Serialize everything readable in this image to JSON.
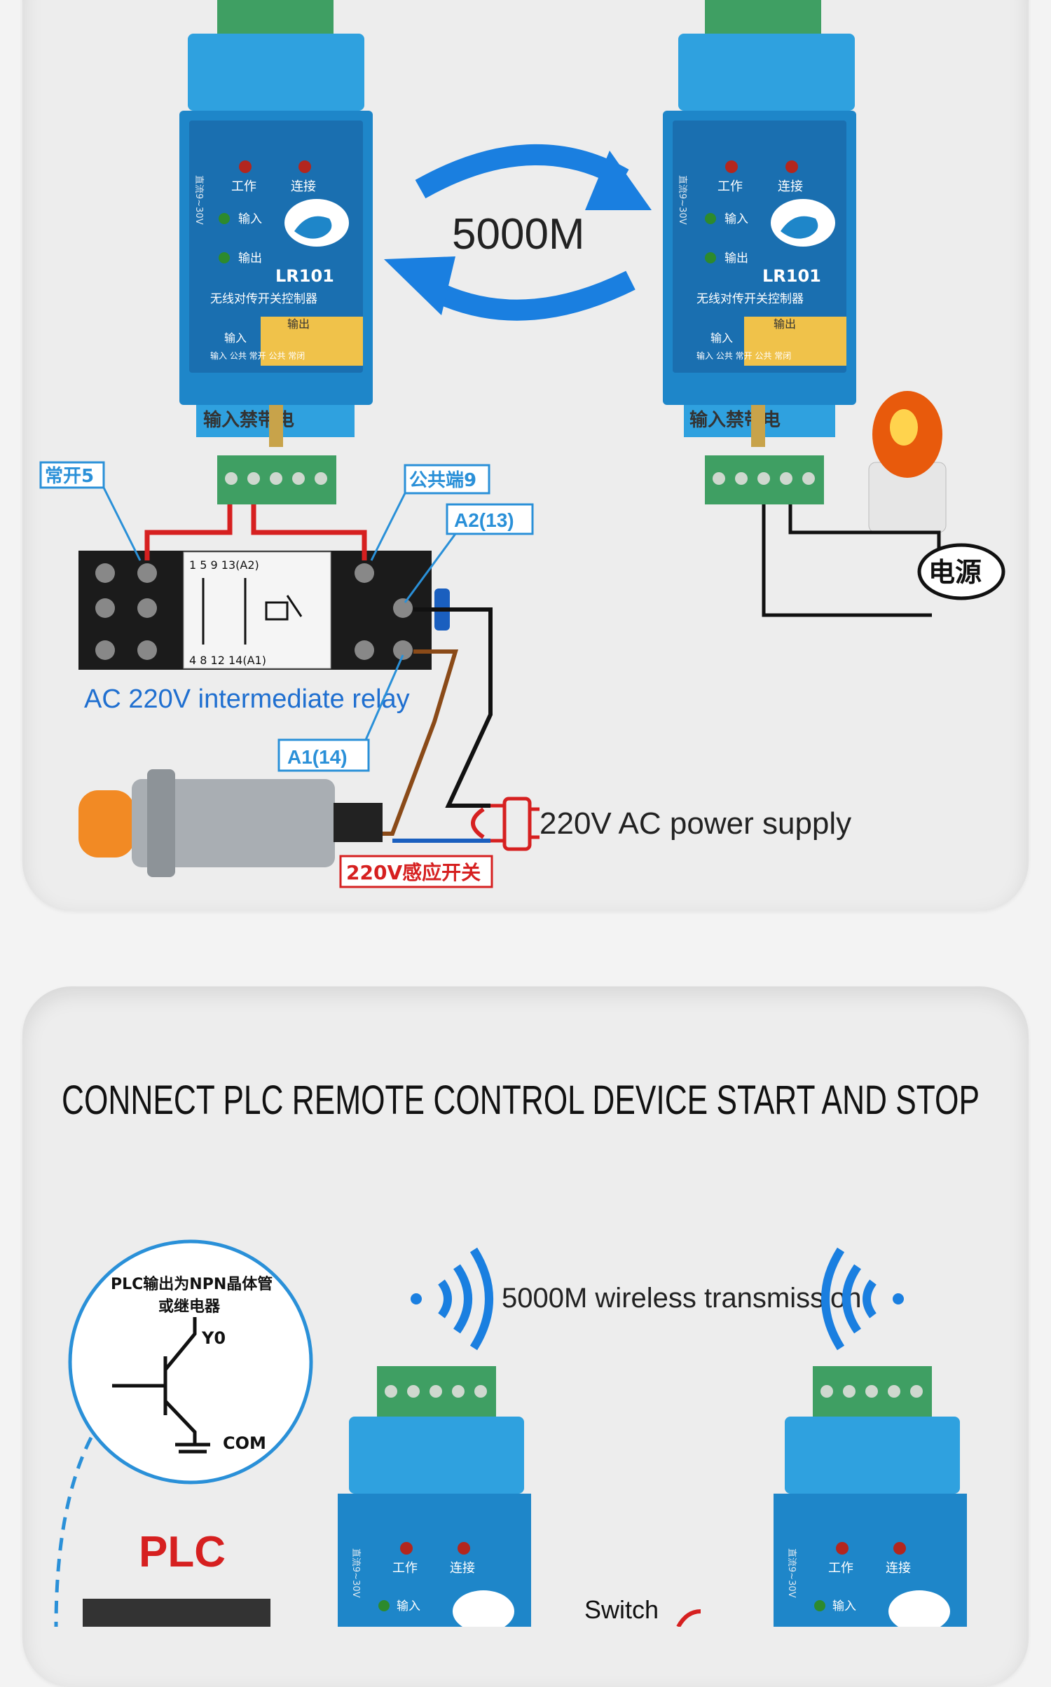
{
  "top_diagram": {
    "distance_label": "5000M",
    "module_left": {
      "model": "LR101",
      "name": "无线对传开关控制器",
      "power_range": "直流9~30V",
      "led_work": "工作",
      "led_connect": "连接",
      "led_input": "输入",
      "led_output": "输出",
      "section_output": "输出",
      "section_input": "输入",
      "terminal_labels": "输入 公共 常开 公共 常闭",
      "warning": "输入禁带电"
    },
    "module_right": {
      "model": "LR101",
      "name": "无线对传开关控制器",
      "power_range": "直流9~30V",
      "led_work": "工作",
      "led_connect": "连接",
      "led_input": "输入",
      "led_output": "输出",
      "section_output": "输出",
      "section_input": "输入",
      "terminal_labels": "输入 公共 常开 公共 常闭",
      "warning": "输入禁带电"
    },
    "callout_nc5": "常开5",
    "callout_com9": "公共端9",
    "callout_a2": "A2(13)",
    "callout_a1": "A1(14)",
    "relay_pins_top": "1  5  9  13(A2)",
    "relay_pins_bottom": "4  8  12  14(A1)",
    "relay_label": "AC 220V intermediate relay",
    "power_supply_label": "220V AC power supply",
    "sensor_label": "220V感应开关",
    "power_source_label": "电源"
  },
  "bottom_section": {
    "title": "CONNECT PLC REMOTE CONTROL DEVICE START AND STOP",
    "circle_text_1": "PLC输出为NPN晶体管",
    "circle_text_2": "或继电器",
    "y0_label": "Y0",
    "com_label": "COM",
    "plc_label": "PLC",
    "wireless_label": "5000M wireless transmission",
    "switch_label": "Switch",
    "module_led_work": "工作",
    "module_led_connect": "连接",
    "module_led_input": "输入",
    "power_range": "直流9~30V"
  },
  "colors": {
    "module_blue": "#1e86c9",
    "module_light": "#2fa1df",
    "arrow_blue": "#1a7fe0",
    "callout_blue": "#2a90d8",
    "sensor_red": "#d92424",
    "terminal_green": "#3f9f63",
    "panel_yellow": "#f0c24a"
  }
}
